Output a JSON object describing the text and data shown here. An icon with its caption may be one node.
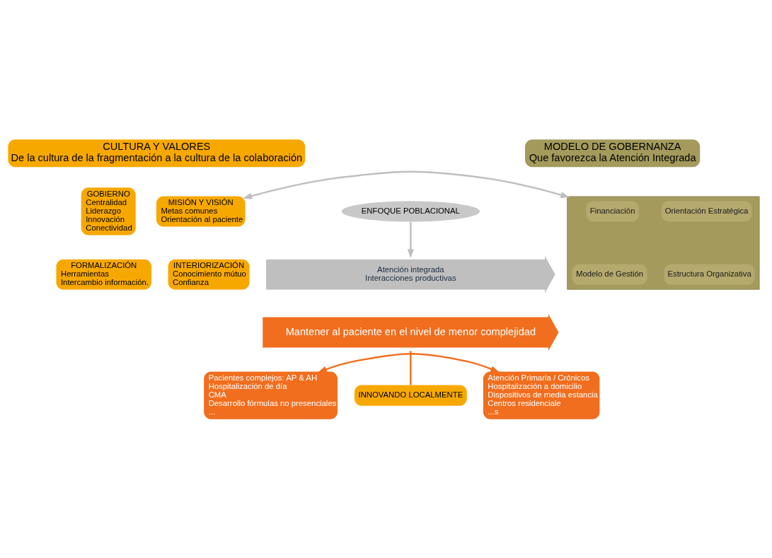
{
  "diagram": {
    "nodes": [
      {
        "text": [
          "CULTURA Y VALORES",
          "De la cultura de la fragmentación a la cultura de la colaboración"
        ]
      },
      {
        "text": [
          "GOBIERNO",
          "Centralidad",
          "Liderazgo",
          "Innovación",
          "Conectividad"
        ]
      },
      {
        "text": [
          "MISIÓN Y VISIÓN",
          "Metas comunes",
          "Orientación al paciente"
        ]
      },
      {
        "text": [
          "FORMALIZACIÓN",
          "Herramientas",
          "Intercambio información."
        ]
      },
      {
        "text": [
          "INTERIORIZACIÓN",
          "Conocimiento mútuo",
          "Confianza"
        ]
      },
      {
        "text": [
          "ENFOQUE POBLACIONAL"
        ]
      },
      {
        "text": [
          "MODELO DE GOBERNANZA",
          "Que favorezca la Atención Integrada"
        ]
      },
      {
        "text": [],
        "shape": "box"
      },
      {
        "text": [
          "Financiación"
        ],
        "in": 7
      },
      {
        "text": [
          "Orientación Estratégica"
        ],
        "in": 7
      },
      {
        "text": [
          "Modelo de Gestión"
        ],
        "in": 7
      },
      {
        "text": [
          "Estructura Organizativa"
        ],
        "in": 7
      },
      {
        "text": [
          "Atención integrada",
          "Interacciones productivas"
        ]
      },
      {
        "text": [
          "Mantener al paciente en el nivel de menor complejidad"
        ]
      },
      {
        "text": [
          "INNOVANDO LOCALMENTE"
        ]
      },
      {
        "text": [
          "Pacientes complejos: AP & AH",
          "Hospitalización de día",
          "CMA",
          "Desarrollo fórmulas no presenciales",
          "..."
        ]
      },
      {
        "text": [
          "Atención Primaria / Crónicos",
          "Hospitalización a domicilio",
          "Dispositivos de media estancia",
          "Centros residenciale",
          "...s"
        ]
      }
    ],
    "edges": [
      {
        "from": 2,
        "to": 7,
        "arrow": "both",
        "color": "#bfbfbf"
      },
      {
        "from": 5,
        "to": 12,
        "arrow": "to",
        "color": "#bfbfbf"
      },
      {
        "from": 13,
        "to": 14,
        "arrow": "none",
        "color": "#f06e1e"
      },
      {
        "from": 15,
        "to": 16,
        "arrow": "both",
        "color": "#f06e1e"
      }
    ]
  }
}
